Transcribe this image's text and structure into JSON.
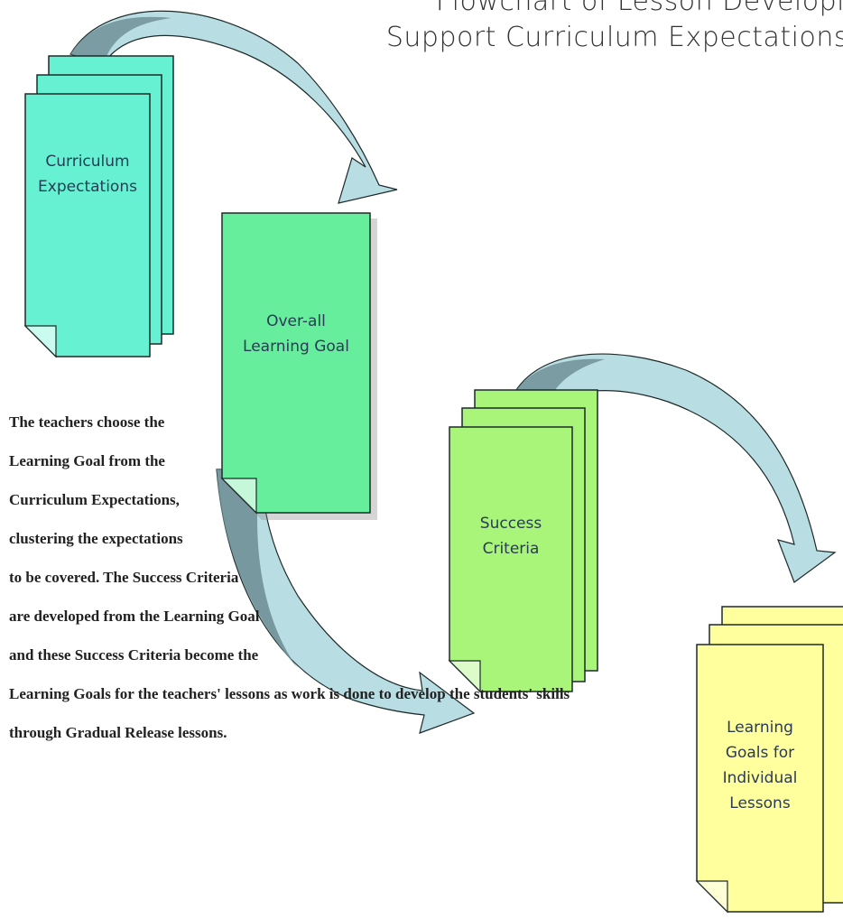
{
  "title": {
    "line1": "Flowchart of Lesson Developing",
    "line2": "Support Curriculum Expectations"
  },
  "nodes": {
    "curriculum": {
      "line1": "Curriculum",
      "line2": "Expectations"
    },
    "overall": {
      "line1": "Over-all",
      "line2": "Learning Goal"
    },
    "success": {
      "line1": "Success",
      "line2": "Criteria"
    },
    "lessons": {
      "line1": "Learning",
      "line2": "Goals for",
      "line3": "Individual",
      "line4": "Lessons"
    }
  },
  "description": [
    "The teachers choose the",
    "Learning Goal from the",
    "Curriculum Expectations,",
    "clustering the expectations",
    "to be covered. The Success Criteria",
    "are developed from the Learning Goal",
    "and these Success Criteria become the",
    "Learning Goals for the teachers' lessons as work is done to develop the students' skills",
    "through Gradual Release lessons."
  ],
  "colors": {
    "curriculum": "#66f2d2",
    "overall": "#66ee9c",
    "success": "#a8f57a",
    "lessons": "#ffff9e",
    "arrow_fill": "#b8dde2",
    "arrow_dark": "#6c8c94",
    "outline": "#1e2a2a"
  }
}
